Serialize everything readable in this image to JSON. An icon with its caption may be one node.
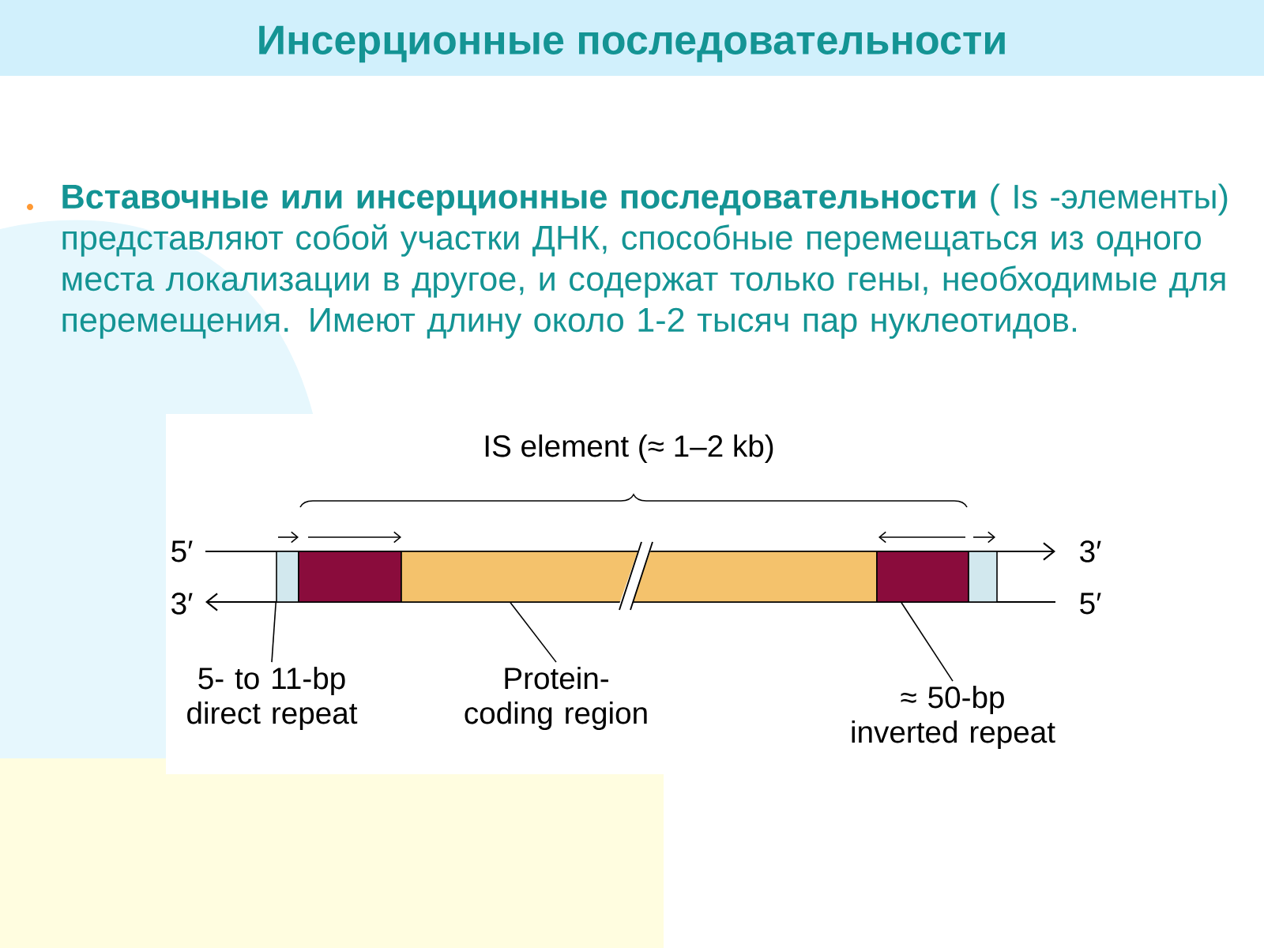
{
  "diagram": {
    "title": "Инсерционные последовательности",
    "nodes": [
      {
        "text": [
          "5- to 11-bp direct repeat"
        ]
      },
      {
        "text": [
          "Protein-coding region"
        ]
      },
      {
        "text": [
          "≈ 50-bp inverted repeat"
        ]
      },
      {
        "text": [],
        "shape": "box"
      },
      {
        "text": [],
        "shape": "box"
      },
      {
        "text": [],
        "shape": "box"
      },
      {
        "text": [],
        "shape": "box"
      },
      {
        "text": [],
        "shape": "box"
      }
    ],
    "edges": [
      {
        "from": 0,
        "to": 3,
        "arrow": "none"
      },
      {
        "from": 1,
        "to": 5,
        "arrow": "none"
      },
      {
        "from": 2,
        "to": 6,
        "arrow": "none"
      }
    ],
    "labels": [
      "**Вставочные или инсерционные последовательности** ( Is -элементы) представляют собой участки ДНК, способные перемещаться из одного места локализации в другое, и содержат только гены, необходимые для перемещения. Имеют длину около 1-2 тысяч пар нуклеотидов.",
      "IS element (≈ 1–2 kb)",
      "5′",
      "3′",
      "3′",
      "5′"
    ]
  }
}
